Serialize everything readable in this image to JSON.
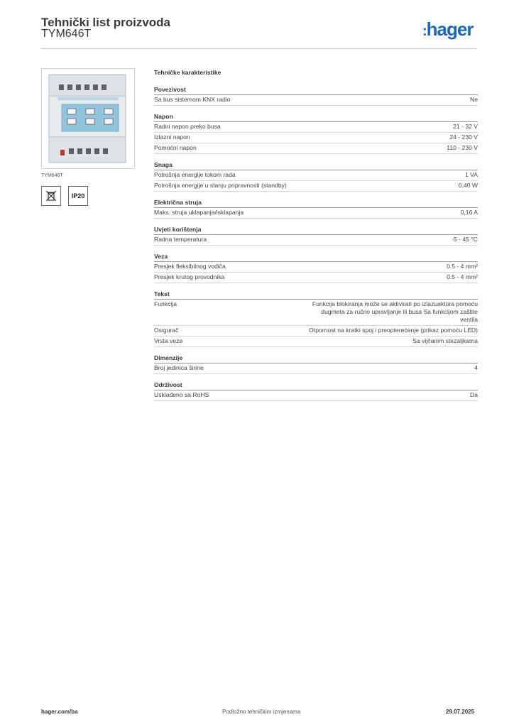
{
  "header": {
    "title": "Tehnički list proizvoda",
    "code": "TYM646T",
    "logo": "hager",
    "brand_color": "#1a66c2"
  },
  "product": {
    "caption": "TYM646T",
    "icons": [
      {
        "name": "recycling-bin-crossed-icon",
        "label": ""
      },
      {
        "name": "ip-rating-badge",
        "label": "IP20"
      }
    ]
  },
  "specs": {
    "title": "Tehničke karakteristike",
    "sections": [
      {
        "title": "Povezivost",
        "rows": [
          {
            "label": "Sa bus sistemom KNX radio",
            "value": "Ne"
          }
        ]
      },
      {
        "title": "Napon",
        "rows": [
          {
            "label": "Radni napon preko busa",
            "value": "21 - 32 V"
          },
          {
            "label": "Izlazni napon",
            "value": "24 - 230 V"
          },
          {
            "label": "Pomoćni napon",
            "value": "110 - 230 V"
          }
        ]
      },
      {
        "title": "Snaga",
        "rows": [
          {
            "label": "Potrošnja energije tokom rada",
            "value": "1 VA"
          },
          {
            "label": "Potrošnja energije u stanju pripravnosti (standby)",
            "value": "0,40 W"
          }
        ]
      },
      {
        "title": "Električna struja",
        "rows": [
          {
            "label": "Maks. struja uklapanja/isklapanja",
            "value": "0,16 A"
          }
        ]
      },
      {
        "title": "Uvjeti korištenja",
        "rows": [
          {
            "label": "Radna temperatura",
            "value": "-5 - 45 °C"
          }
        ]
      },
      {
        "title": "Veza",
        "rows": [
          {
            "label": "Presjek fleksibilnog vodiča",
            "value": "0.5 - 4 mm²"
          },
          {
            "label": "Presjek krutog provodnika",
            "value": "0.5 - 4 mm²"
          }
        ]
      },
      {
        "title": "Tekst",
        "rows": [
          {
            "label": "Funkcija",
            "value": "Funkcija blokiranja može se aktivirati po izlazuaktora pomoću dugmeta za ručno upravljanje ili busa Sa funkcijom zaštite ventila"
          },
          {
            "label": "Osigurač",
            "value": "Otpornost na kratki spoj i preopterećenje (prikaz pomoću LED)"
          },
          {
            "label": "Vrsta veze",
            "value": "Sa vijčanim stezaljkama"
          }
        ]
      },
      {
        "title": "Dimenzije",
        "rows": [
          {
            "label": "Broj jedinica širine",
            "value": "4"
          }
        ]
      },
      {
        "title": "Održivost",
        "rows": [
          {
            "label": "Usklađeno sa RoHS",
            "value": "Da"
          }
        ]
      }
    ]
  },
  "footer": {
    "website": "hager.com/ba",
    "note": "Podložno tehničkim izmjenama",
    "date": "29.07.2025"
  }
}
